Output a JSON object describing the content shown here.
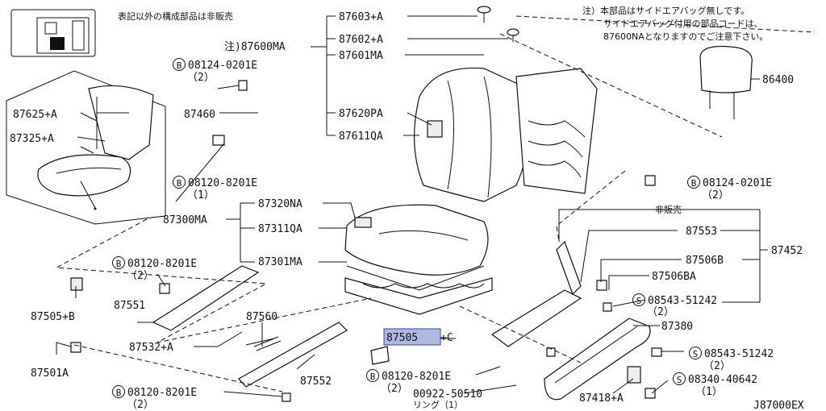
{
  "notes": {
    "not_sold_top": "表記以外の構成部品は非販売",
    "footnote_line1": "注）本部品はサイドエアバッグ無しです。",
    "footnote_line2": "サイドエアバッグ付用の部品コードは、",
    "footnote_line3": "87600NAとなりますのでご注意下さい。",
    "not_sold_right": "非販売"
  },
  "diagram_code": "J87000EX",
  "highlighted_part": "87505",
  "labels": {
    "p87603A": "87603+A",
    "p87600MA": "注)87600MA",
    "p87602A": "87602+A",
    "p87601MA": "87601MA",
    "p87620PA": "87620PA",
    "p87611QA": "87611QA",
    "p86400": "86400",
    "b08124_0201E_top": "08124-0201E",
    "b08124_0201E_top_qty": "（2）",
    "p87460": "87460",
    "b08120_8201E_a": "08120-8201E",
    "b08120_8201E_a_qty": "（1）",
    "p87625A": "87625+A",
    "p87325A": "87325+A",
    "b08124_0201E_right": "08124-0201E",
    "b08124_0201E_right_qty": "（2）",
    "p87320NA": "87320NA",
    "p87311QA": "87311QA",
    "p87300MA": "87300MA",
    "p87301MA": "87301MA",
    "p87553": "87553",
    "p87452": "87452",
    "p87506B": "87506B",
    "p87506BA": "87506BA",
    "s08543_51242_a": "08543-51242",
    "s08543_51242_a_qty": "（2）",
    "b08120_8201E_b": "08120-8201E",
    "b08120_8201E_b_qty": "（2）",
    "p87505B": "87505+B",
    "p87551": "87551",
    "p87560": "87560",
    "p87380": "87380",
    "p87532A": "87532+A",
    "p87505C_main": "87505",
    "p87505C_suffix": "+C",
    "s08543_51242_b": "08543-51242",
    "s08543_51242_b_qty": "（2）",
    "p87501A": "87501A",
    "p87552": "87552",
    "b08120_8201E_c": "08120-8201E",
    "b08120_8201E_c_qty": "（2）",
    "p00922_50510": "00922-50510",
    "p00922_ring": "リング（1）",
    "s08340_40642": "08340-40642",
    "s08340_40642_qty": "（1）",
    "b08120_8201E_d": "08120-8201E",
    "b08120_8201E_d_qty": "（2）",
    "p87418A": "87418+A"
  },
  "circle_marks": {
    "bolt": "B",
    "screw": "S"
  }
}
